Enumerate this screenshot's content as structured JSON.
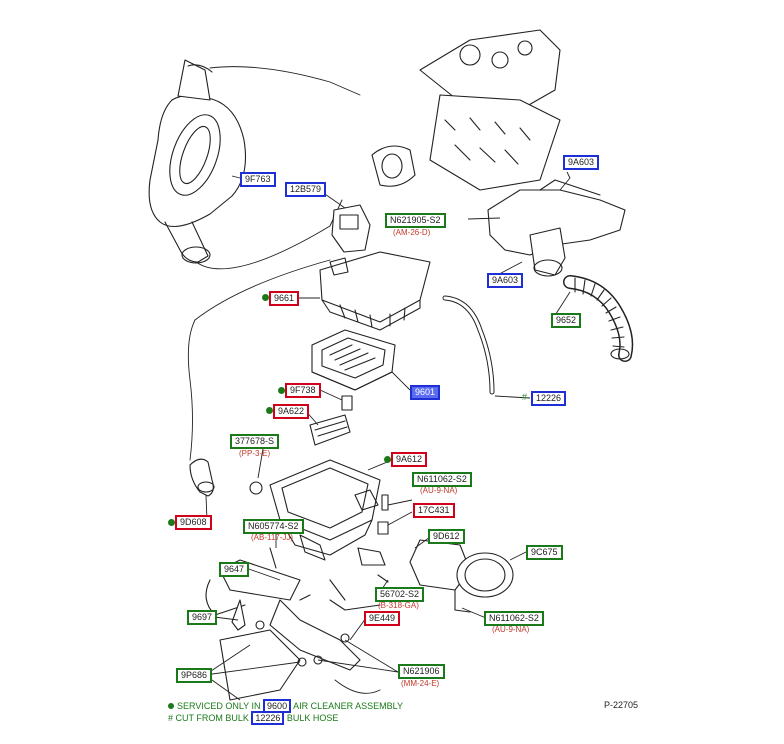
{
  "diagram_id": "P-22705",
  "labels": {
    "l_9F763": "9F763",
    "l_12B579": "12B579",
    "l_9A603_top": "9A603",
    "l_N621905": "N621905-S2",
    "l_N621905_sub": "(AM-26-D)",
    "l_9A603_bot": "9A603",
    "l_9661": "9661",
    "l_9652": "9652",
    "l_9601": "9601",
    "l_9F738": "9F738",
    "l_12226": "12226",
    "l_9A622": "9A622",
    "l_377678": "377678-S",
    "l_377678_sub": "(PP-3-E)",
    "l_9A612": "9A612",
    "l_N611062a": "N611062-S2",
    "l_N611062a_sub": "(AU-9-NA)",
    "l_17C431": "17C431",
    "l_9D608": "9D608",
    "l_N605774": "N605774-S2",
    "l_N605774_sub": "(AB-117-JJ)",
    "l_9D612": "9D612",
    "l_9C675": "9C675",
    "l_9647": "9647",
    "l_56702": "56702-S2",
    "l_56702_sub": "(B-318-GA)",
    "l_9697": "9697",
    "l_9E449": "9E449",
    "l_N611062b": "N611062-S2",
    "l_N611062b_sub": "(AU-9-NA)",
    "l_9P686": "9P686",
    "l_N621906": "N621906",
    "l_N621906_sub": "(MM-24-E)"
  },
  "legend": {
    "line1_pre": "SERVICED ONLY IN",
    "line1_box": "9600",
    "line1_post": "AIR CLEANER ASSEMBLY",
    "line2_pre": "# CUT FROM BULK",
    "line2_box": "12226",
    "line2_post": "BULK HOSE"
  },
  "colors": {
    "red_box": "#d0021b",
    "blue_box": "#1e2fd6",
    "green_box": "#1a7a1a",
    "highlight_fill": "#5b6cf2"
  }
}
